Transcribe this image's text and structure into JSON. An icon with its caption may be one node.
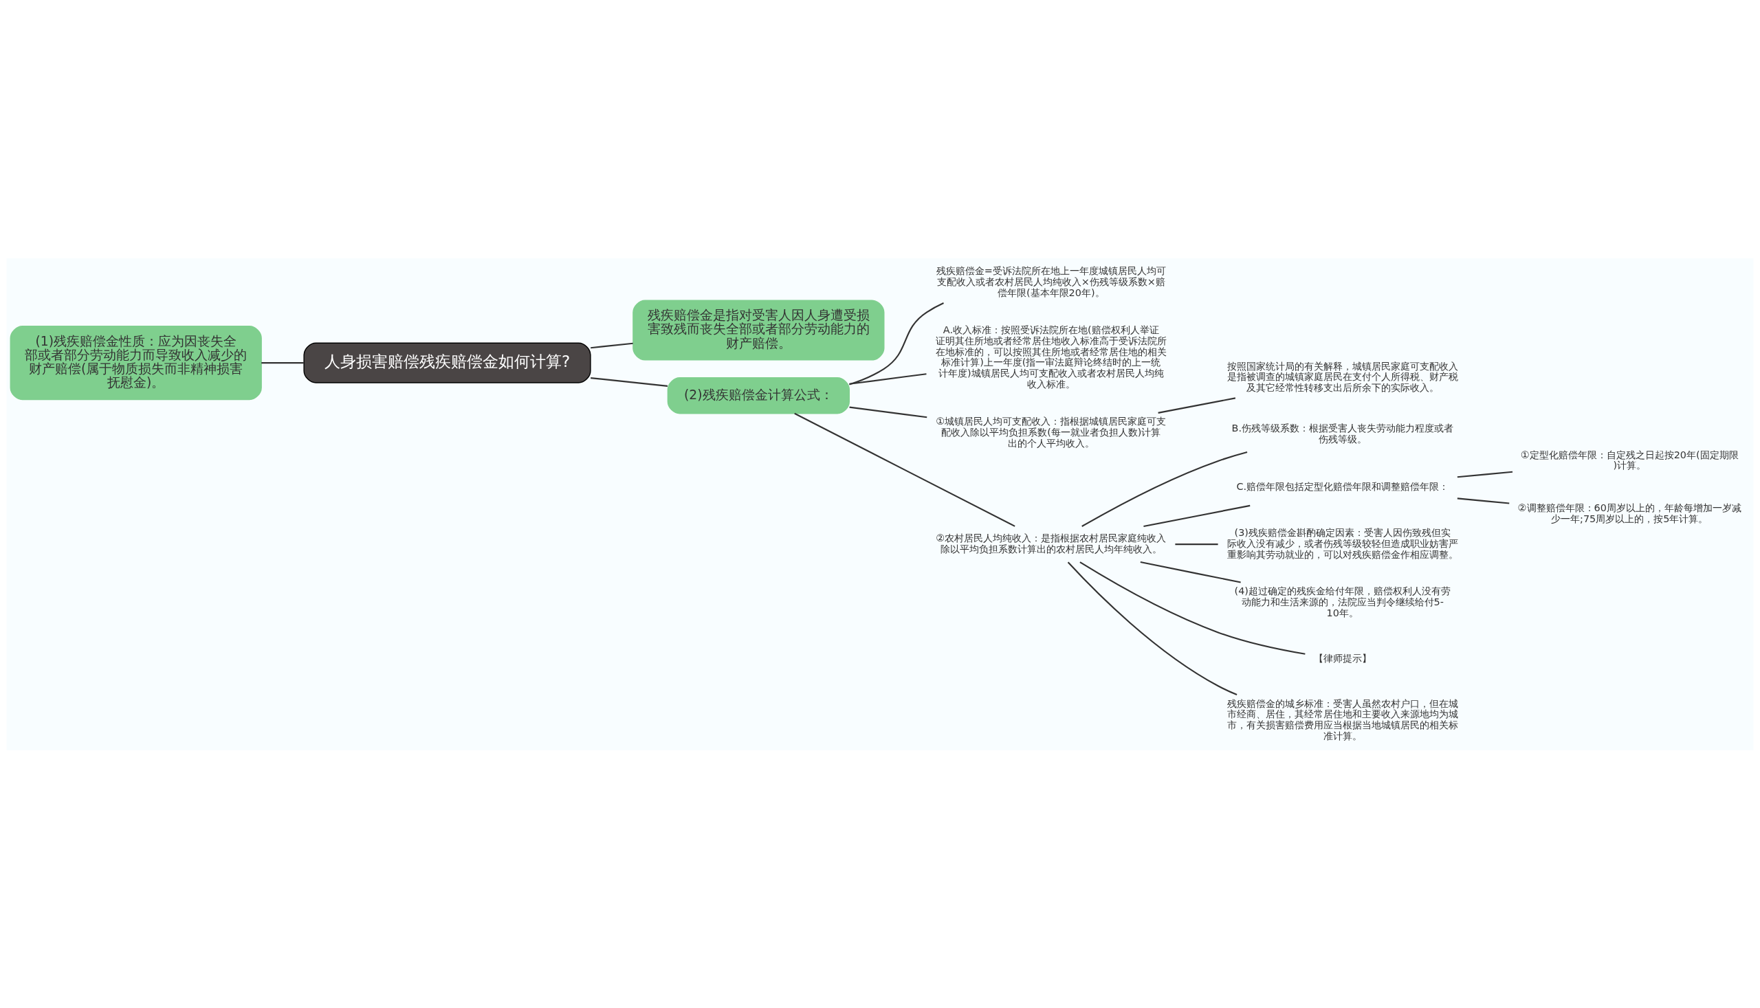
{
  "diagram": {
    "nodes": [
      {
        "text": [
          "人身损害赔偿残疾赔偿金如何计算?"
        ]
      },
      {
        "text": [
          "残疾赔偿金是指对受害人因人身遭受损害致残而丧失全部或者部分劳动能力的财产赔偿。"
        ]
      },
      {
        "text": [
          "(1)残疾赔偿金性质：应为因丧失全部或者部分劳动能力而导致收入减少的财产赔偿(属于物质损失而非精神损害抚慰金)。"
        ]
      },
      {
        "text": [
          "(2)残疾赔偿金计算公式："
        ]
      },
      {
        "text": [
          "残疾赔偿金=受诉法院所在地上一年度城镇居民人均可支配收入或者农村居民人均纯收入×伤残等级系数×赔偿年限(基本年限20年)。"
        ]
      },
      {
        "text": [
          "A.收入标准：按照受诉法院所在地(赔偿权利人举证证明其住所地或者经常居住地收入标准高于受诉法院所在地标准的，可以按照其住所地或者经常居住地的相关标准计算)上一年度(指一审法庭辩论终结时的上一统计年度)城镇居民人均可支配收入或者农村居民人均纯收入标准。"
        ]
      },
      {
        "text": [
          "①城镇居民人均可支配收入：指根据城镇居民家庭可支配收入除以平均负担系数(每一就业者负担人数)计算出的个人平均收入。"
        ]
      },
      {
        "text": [
          "按照国家统计局的有关解释，城镇居民家庭可支配收入是指被调查的城镇家庭居民在支付个人所得税、财产税及其它经常性转移支出后所余下的实际收入。"
        ]
      },
      {
        "text": [
          "②农村居民人均纯收入：是指根据农村居民家庭纯收入除以平均负担系数计算出的农村居民人均年纯收入。"
        ]
      },
      {
        "text": [
          "B.伤残等级系数：根据受害人丧失劳动能力程度或者伤残等级。"
        ]
      },
      {
        "text": [
          "C.赔偿年限包括定型化赔偿年限和调整赔偿年限："
        ]
      },
      {
        "text": [
          "①定型化赔偿年限：自定残之日起按20年(固定期限)计算。"
        ]
      },
      {
        "text": [
          "②调整赔偿年限：60周岁以上的，年龄每增加一岁减少一年;75周岁以上的，按5年计算。"
        ]
      },
      {
        "text": [
          "(3)残疾赔偿金斟酌确定因素：受害人因伤致残但实际收入没有减少，或者伤残等级较轻但造成职业妨害严重影响其劳动就业的，可以对残疾赔偿金作相应调整。"
        ]
      },
      {
        "text": [
          "(4)超过确定的残疾金给付年限，赔偿权利人没有劳动能力和生活来源的，法院应当判令继续给付5-10年。"
        ]
      },
      {
        "text": [
          "【律师提示】"
        ]
      },
      {
        "text": [
          "残疾赔偿金的城乡标准：受害人虽然农村户口，但在城市经商、居住，其经常居住地和主要收入来源地均为城市，有关损害赔偿费用应当根据当地城镇居民的相关标准计算。"
        ]
      }
    ],
    "edges": [
      {
        "from": 0,
        "to": 1,
        "arrow": "none"
      },
      {
        "from": 0,
        "to": 2,
        "arrow": "none"
      },
      {
        "from": 0,
        "to": 3,
        "arrow": "none"
      },
      {
        "from": 3,
        "to": 4,
        "arrow": "none"
      },
      {
        "from": 3,
        "to": 5,
        "arrow": "none"
      },
      {
        "from": 3,
        "to": 6,
        "arrow": "none"
      },
      {
        "from": 6,
        "to": 7,
        "arrow": "none"
      },
      {
        "from": 3,
        "to": 8,
        "arrow": "none"
      },
      {
        "from": 8,
        "to": 9,
        "arrow": "none"
      },
      {
        "from": 8,
        "to": 10,
        "arrow": "none"
      },
      {
        "from": 10,
        "to": 11,
        "arrow": "none"
      },
      {
        "from": 10,
        "to": 12,
        "arrow": "none"
      },
      {
        "from": 8,
        "to": 13,
        "arrow": "none"
      },
      {
        "from": 8,
        "to": 14,
        "arrow": "none"
      },
      {
        "from": 8,
        "to": 15,
        "arrow": "none"
      },
      {
        "from": 8,
        "to": 16,
        "arrow": "none"
      }
    ]
  }
}
